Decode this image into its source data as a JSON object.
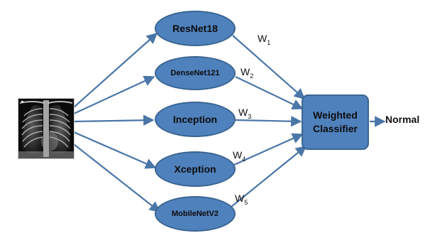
{
  "header_fragment": "                                                                   ",
  "input_image": {
    "icon": "chest-xray-image"
  },
  "models": [
    {
      "label": "ResNet18"
    },
    {
      "label": "DenseNet121"
    },
    {
      "label": "Inception"
    },
    {
      "label": "Xception"
    },
    {
      "label": "MobileNetV2"
    }
  ],
  "weights": [
    {
      "letter": "W",
      "index": "1"
    },
    {
      "letter": "W",
      "index": "2"
    },
    {
      "letter": "W",
      "index": "3"
    },
    {
      "letter": "W",
      "index": "4"
    },
    {
      "letter": "W",
      "index": "5"
    }
  ],
  "classifier": {
    "line1": "Weighted",
    "line2": "Classifier"
  },
  "output": {
    "label": "Normal"
  },
  "colors": {
    "node_fill": "#4f81bd",
    "node_border": "#3a6591",
    "arrow": "#4a76a8"
  }
}
